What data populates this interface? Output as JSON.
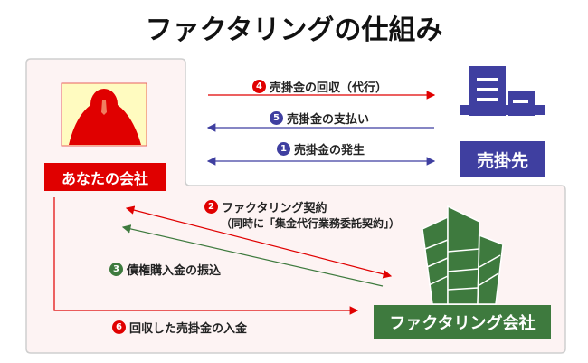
{
  "title": "ファクタリングの仕組み",
  "colors": {
    "red": "#e00000",
    "blue": "#3f3fa0",
    "green": "#3e7a3e",
    "bg": "#fdf3f3"
  },
  "entities": {
    "you": "あなたの会社",
    "debtor": "売掛先",
    "factor": "ファクタリング会社"
  },
  "steps": [
    {
      "num": "1",
      "label": "売掛金の発生"
    },
    {
      "num": "2",
      "label": "ファクタリング契約",
      "sub": "（同時に「集金代行業務委託契約」）"
    },
    {
      "num": "3",
      "label": "債権購入金の振込"
    },
    {
      "num": "4",
      "label": "売掛金の回収（代行）"
    },
    {
      "num": "5",
      "label": "売掛金の支払い"
    },
    {
      "num": "6",
      "label": "回収した売掛金の入金"
    }
  ]
}
